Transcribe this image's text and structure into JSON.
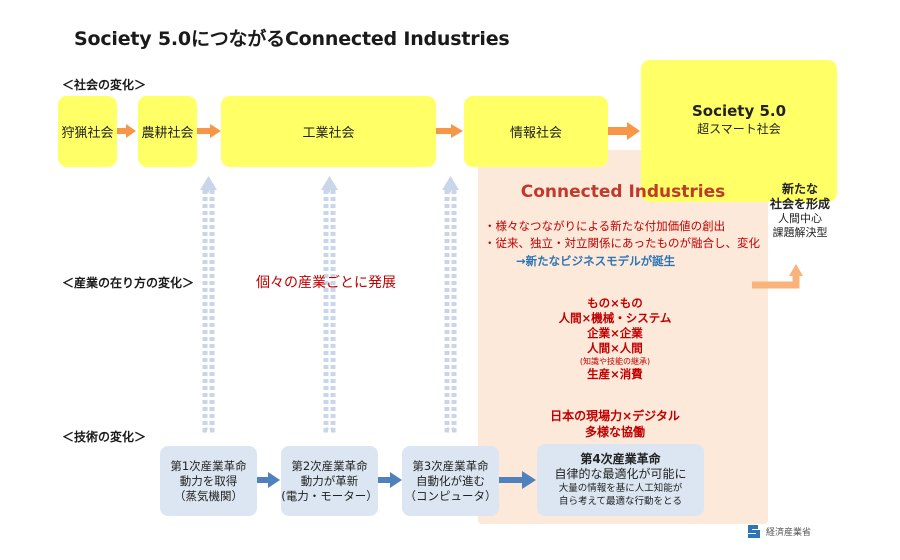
{
  "title": "Society 5.0につながるConnected Industries",
  "sections": {
    "society": "＜社会の変化＞",
    "industry": "＜産業の在り方の変化＞",
    "tech": "＜技術の変化＞"
  },
  "societies": [
    {
      "label": "狩猟社会"
    },
    {
      "label": "農耕社会"
    },
    {
      "label": "工業社会"
    },
    {
      "label": "情報社会"
    }
  ],
  "society5": {
    "title": "Society 5.0",
    "subtitle": "超スマート社会"
  },
  "new_society": {
    "line1": "新たな",
    "line2": "社会を形成",
    "line3": "人間中心",
    "line4": "課題解決型"
  },
  "industry_dev": "個々の産業ごとに発展",
  "connected": {
    "title": "Connected Industries",
    "bullets": [
      "・様々なつながりによる新たな付加価値の創出",
      "・従来、独立・対立関係にあったものが融合し、変化"
    ],
    "model": "→新たなビジネスモデルが誕生",
    "combos": [
      "もの×もの",
      "人間×機械・システム",
      "企業×企業",
      "人間×人間"
    ],
    "combo_note": "(知識や技能の継承)",
    "combo_last": "生産×消費",
    "japan": "日本の現場力×デジタル",
    "collab": "多様な協働"
  },
  "revolutions": [
    {
      "l1": "第1次産業革命",
      "l2": "動力を取得",
      "l3": "（蒸気機関）"
    },
    {
      "l1": "第2次産業革命",
      "l2": "動力が革新",
      "l3": "(電力・モーター）"
    },
    {
      "l1": "第3次産業革命",
      "l2": "自動化が進む",
      "l3": "（コンピュータ）"
    }
  ],
  "rev4": {
    "l1": "第4次産業革命",
    "l2": "自律的な最適化が可能に",
    "l3": "大量の情報を基に人工知能が",
    "l4": "自ら考えて最適な行動をとる"
  },
  "ministry": "経済産業省",
  "colors": {
    "yellow": "#ffff66",
    "orange_arrow": "#f79646",
    "blue_arrow": "#4f81bd",
    "red_text": "#c00000",
    "blue_text": "#2e75b6",
    "ci_bg": "#fde9da",
    "tech_box": "#dce6f2"
  }
}
